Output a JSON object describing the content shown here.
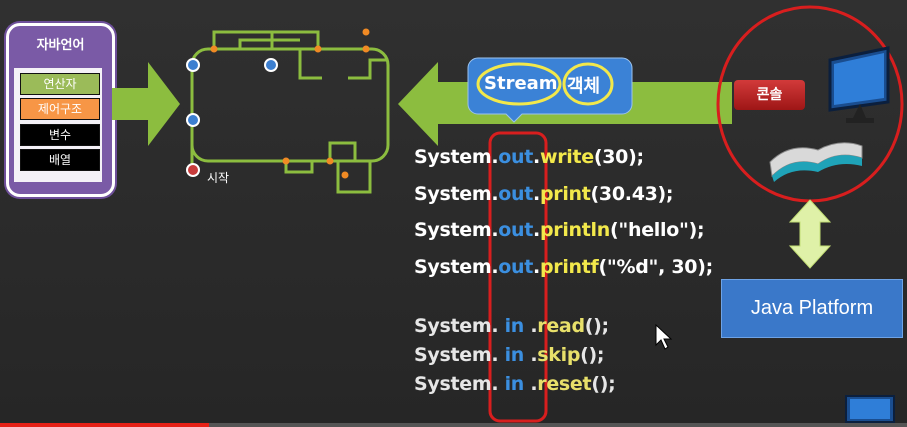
{
  "language_box": {
    "title": "자바언어",
    "items": [
      "연산자",
      "제어구조",
      "변수",
      "배열"
    ]
  },
  "start_label": "시작",
  "stream_bubble": {
    "word1": "Stream",
    "word2": "객체"
  },
  "code": {
    "out_lines": [
      {
        "prefix": "System.",
        "obj": "out",
        "dot": ".",
        "method": "write",
        "args": "(30);"
      },
      {
        "prefix": "System.",
        "obj": "out",
        "dot": ".",
        "method": "print",
        "args": "(30.43);"
      },
      {
        "prefix": "System.",
        "obj": "out",
        "dot": ".",
        "method": "println",
        "args": "(\"hello\");"
      },
      {
        "prefix": "System.",
        "obj": "out",
        "dot": ".",
        "method": "printf",
        "args": "(\"%d\", 30);"
      }
    ],
    "in_lines": [
      {
        "prefix": "System. ",
        "obj": "in",
        "dot": " .",
        "method": "read",
        "args": "();"
      },
      {
        "prefix": "System. ",
        "obj": "in",
        "dot": " .",
        "method": "skip",
        "args": "();"
      },
      {
        "prefix": "System. ",
        "obj": "in",
        "dot": " .",
        "method": "reset",
        "args": "();"
      }
    ]
  },
  "console_label": "콘솔",
  "java_platform_label": "Java Platform",
  "video_progress": 0.23,
  "colors": {
    "arrow_green": "#8cbd3f",
    "highlight_red": "#d81e1e",
    "bubble_blue": "#3b82d6",
    "flow_node_blue": "#3c7fd0",
    "flow_node_red": "#c83c3c",
    "flow_orange": "#f08a24"
  }
}
